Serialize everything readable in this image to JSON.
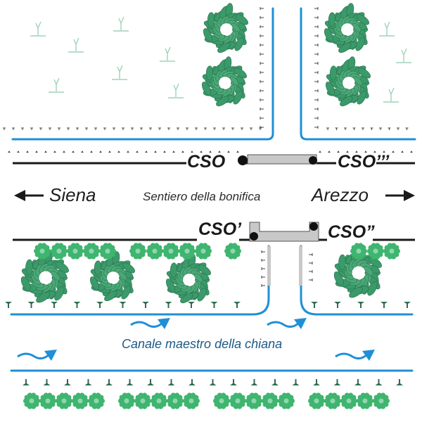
{
  "colors": {
    "water": "#1f8fd6",
    "road": "#1a1a1a",
    "tank_fill": "#c8c8c8",
    "tank_stroke": "#555555",
    "tree_dark": "#3a9a6a",
    "tree_light": "#3fb56f",
    "shrub": "#9ed3b8",
    "grass_mark": "#444444",
    "bank_mark": "#2f6d4f",
    "node": "#111111",
    "canal_label": "#1a5a86"
  },
  "labels": {
    "cso_main": "CSO",
    "cso_prime": "CSO’",
    "cso_double_prime": "CSO”",
    "cso_triple_prime": "CSO’’’",
    "siena": "Siena",
    "arezzo": "Arezzo",
    "path": "Sentiero della bonifica",
    "canal": "Canale maestro della chiana"
  },
  "icons": {
    "arrow_left": "arrow-left-icon",
    "arrow_right": "arrow-right-icon",
    "flow_arrow": "flow-arrow-icon",
    "tree": "tree-icon",
    "shrub": "shrub-icon",
    "hedge": "hedge-icon",
    "node": "node-icon"
  }
}
